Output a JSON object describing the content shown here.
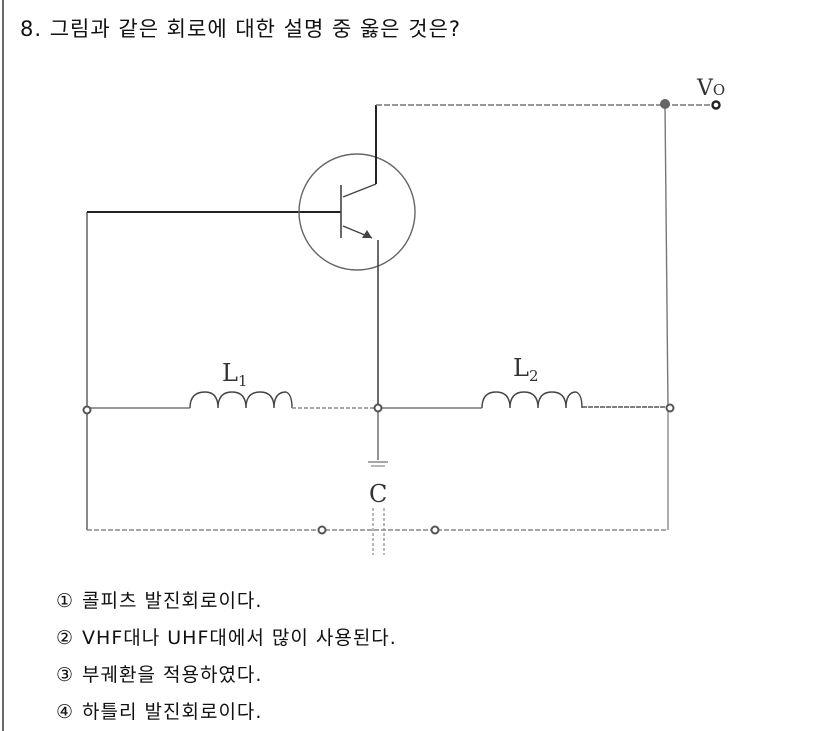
{
  "question": {
    "number": "8.",
    "text": "그림과 같은 회로에 대한 설명 중 옳은 것은?"
  },
  "diagram": {
    "labels": {
      "output": "V",
      "output_sub": "O",
      "inductor1": "L",
      "inductor1_sub": "1",
      "inductor2": "L",
      "inductor2_sub": "2",
      "capacitor": "C"
    },
    "components": [
      "transistor",
      "inductor-L1",
      "inductor-L2",
      "capacitor-C",
      "ground",
      "output-terminal-Vo"
    ],
    "line_color": "#555555"
  },
  "options": [
    {
      "num": "①",
      "text": "콜피츠 발진회로이다."
    },
    {
      "num": "②",
      "text": "VHF대나 UHF대에서 많이 사용된다."
    },
    {
      "num": "③",
      "text": "부궤환을 적용하였다."
    },
    {
      "num": "④",
      "text": "하틀리 발진회로이다."
    }
  ]
}
